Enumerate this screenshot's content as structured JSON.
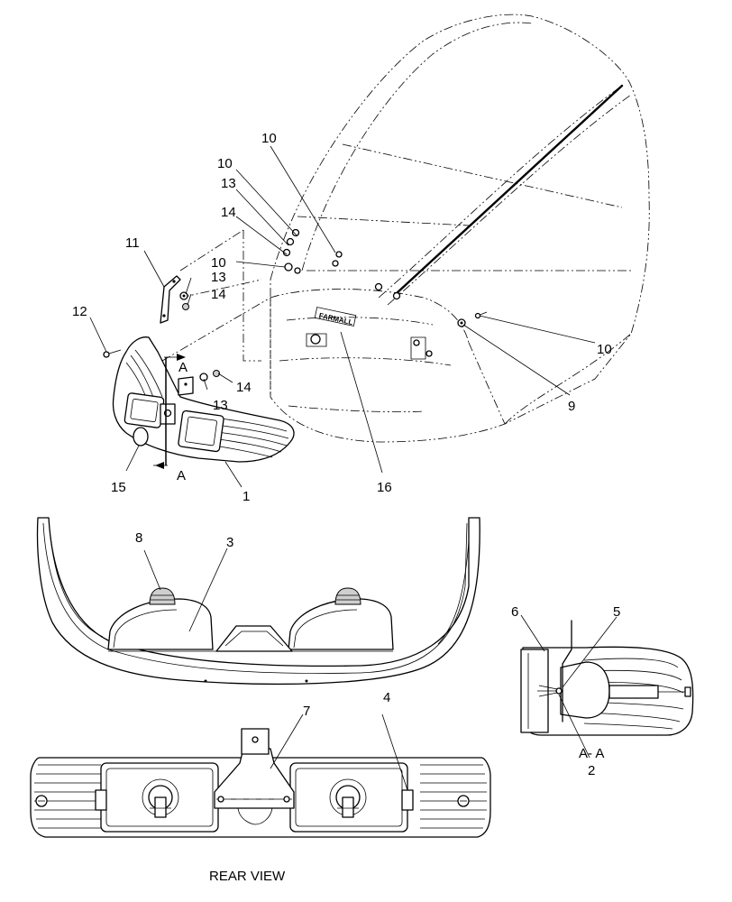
{
  "callouts": {
    "c1": "1",
    "c2": "2",
    "c3": "3",
    "c4": "4",
    "c5": "5",
    "c6": "6",
    "c7": "7",
    "c8": "8",
    "c9": "9",
    "c10a": "10",
    "c10b": "10",
    "c10c": "10",
    "c10d": "10",
    "c11": "11",
    "c12": "12",
    "c13a": "13",
    "c13b": "13",
    "c13c": "13",
    "c14a": "14",
    "c14b": "14",
    "c14c": "14",
    "c15": "15",
    "c16": "16"
  },
  "section_marks": {
    "top": "A",
    "bottom": "A",
    "section_label": "A- A"
  },
  "captions": {
    "rear_view": "REAR VIEW"
  },
  "logo_text": "FARMALL"
}
